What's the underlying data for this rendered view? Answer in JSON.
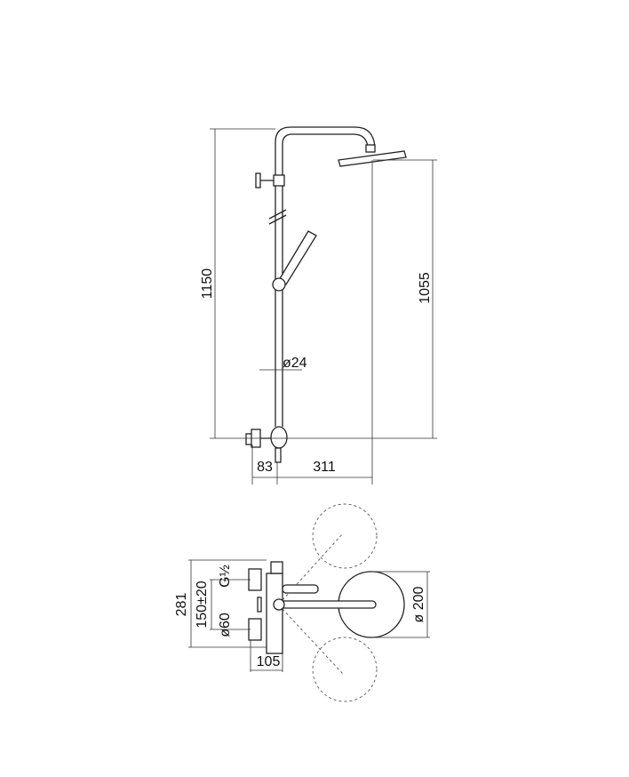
{
  "front_view": {
    "dim_total_height": "1150",
    "dim_head_height": "1055",
    "dim_pipe_diameter": "ø24",
    "dim_wall_offset": "83",
    "dim_arm_reach": "311"
  },
  "top_view": {
    "dim_total_width": "281",
    "dim_inlet_spacing": "150±20",
    "dim_thread": "G½",
    "dim_escutcheon": "ø60",
    "dim_depth": "105",
    "dim_head_diameter": "ø 200"
  }
}
